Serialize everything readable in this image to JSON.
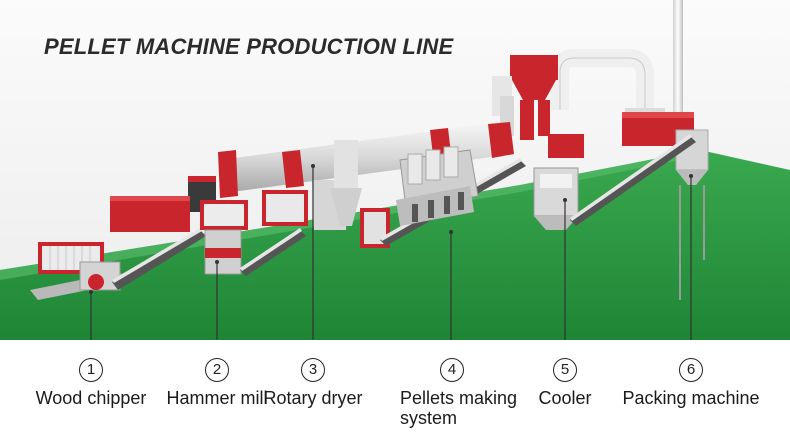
{
  "title": "PELLET MACHINE PRODUCTION LINE",
  "colors": {
    "floor": "#2d9a43",
    "floor_dark": "#1f7a33",
    "machine_red": "#c8262c",
    "machine_white": "#e9e9e9",
    "sky": "#f2f2f2"
  },
  "steps": [
    {
      "number": "1",
      "label": "Wood chipper"
    },
    {
      "number": "2",
      "label": "Hammer mill"
    },
    {
      "number": "3",
      "label": "Rotary dryer"
    },
    {
      "number": "4",
      "label_line1": "Pellets making",
      "label_line2": "system"
    },
    {
      "number": "5",
      "label": "Cooler"
    },
    {
      "number": "6",
      "label": "Packing machine"
    }
  ]
}
